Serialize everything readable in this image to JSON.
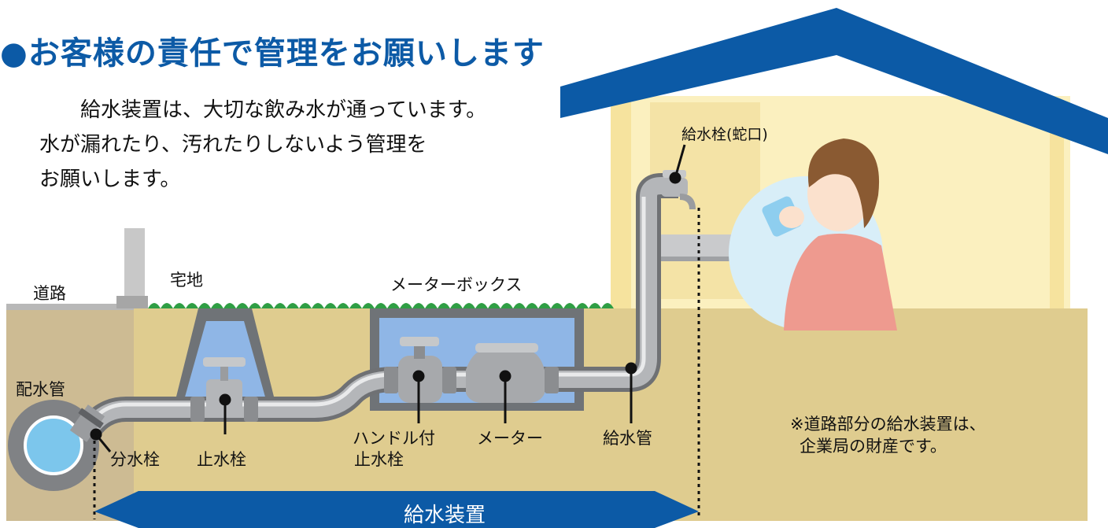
{
  "title": "●お客様の責任で管理をお願いします",
  "intro": {
    "line1": "給水装置は、大切な飲み水が通っています。",
    "line2": "水が漏れたり、汚れたりしないよう管理を",
    "line3": "お願いします。"
  },
  "labels": {
    "road": "道路",
    "residential": "宅地",
    "meter_box": "メーターボックス",
    "faucet": "給水栓(蛇口)",
    "distribution_pipe": "配水管",
    "branch_valve": "分水栓",
    "stop_valve": "止水栓",
    "handle_stop_valve_1": "ハンドル付",
    "handle_stop_valve_2": "止水栓",
    "meter": "メーター",
    "supply_pipe": "給水管",
    "note_1": "※道路部分の給水装置は、",
    "note_2": "企業局の財産です。",
    "banner": "給水装置"
  },
  "colors": {
    "title": "#0c5aa6",
    "roof": "#0c5aa6",
    "ground": "#dfcc8f",
    "road_ground": "#cdbb93",
    "grass": "#2f9e44",
    "water": "#8fb6e6",
    "house_wall": "#fbf0bf",
    "pipe": "#a9abae",
    "banner": "#0c5aa6"
  }
}
